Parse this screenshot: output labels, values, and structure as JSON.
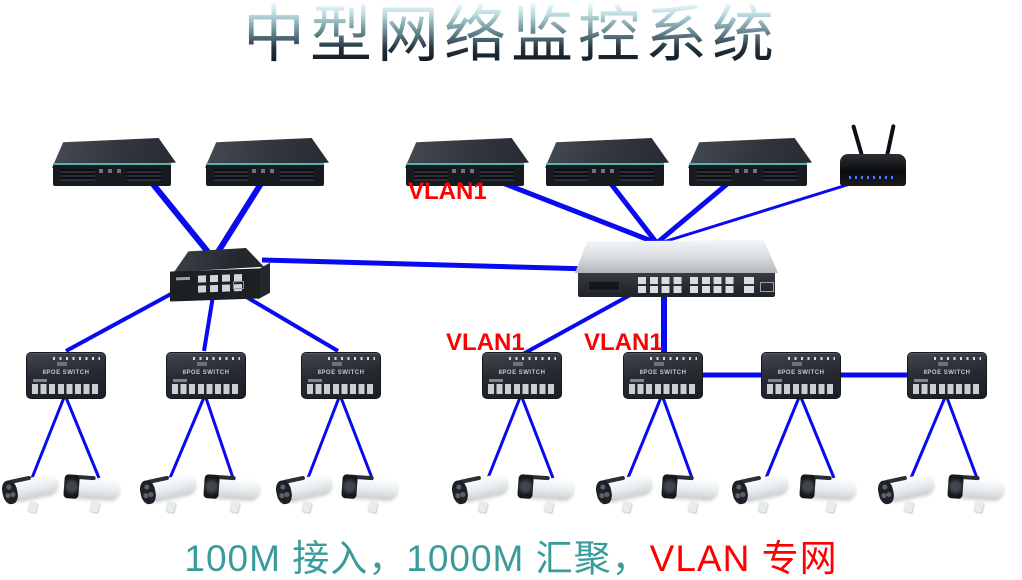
{
  "title": {
    "text": "中型网络监控系统"
  },
  "vlan_labels": [
    {
      "text": "VLAN1"
    },
    {
      "text": "VLAN1"
    },
    {
      "text": "VLAN1"
    }
  ],
  "caption": {
    "access_part": "100M 接入，1000M 汇聚，",
    "vlan_part": "VLAN 专网"
  },
  "devices": {
    "nvr_count": 5,
    "router_count": 1,
    "access_switch_count": 1,
    "core_switch_count": 1,
    "poe_switch_label": "8POE SWITCH",
    "poe_switch_count": 7,
    "camera_count": 14
  },
  "colors": {
    "link_blue": "#0a0af0",
    "vlan_red": "#fe0000",
    "caption_teal": "#3a9b9b",
    "background": "#ffffff"
  }
}
